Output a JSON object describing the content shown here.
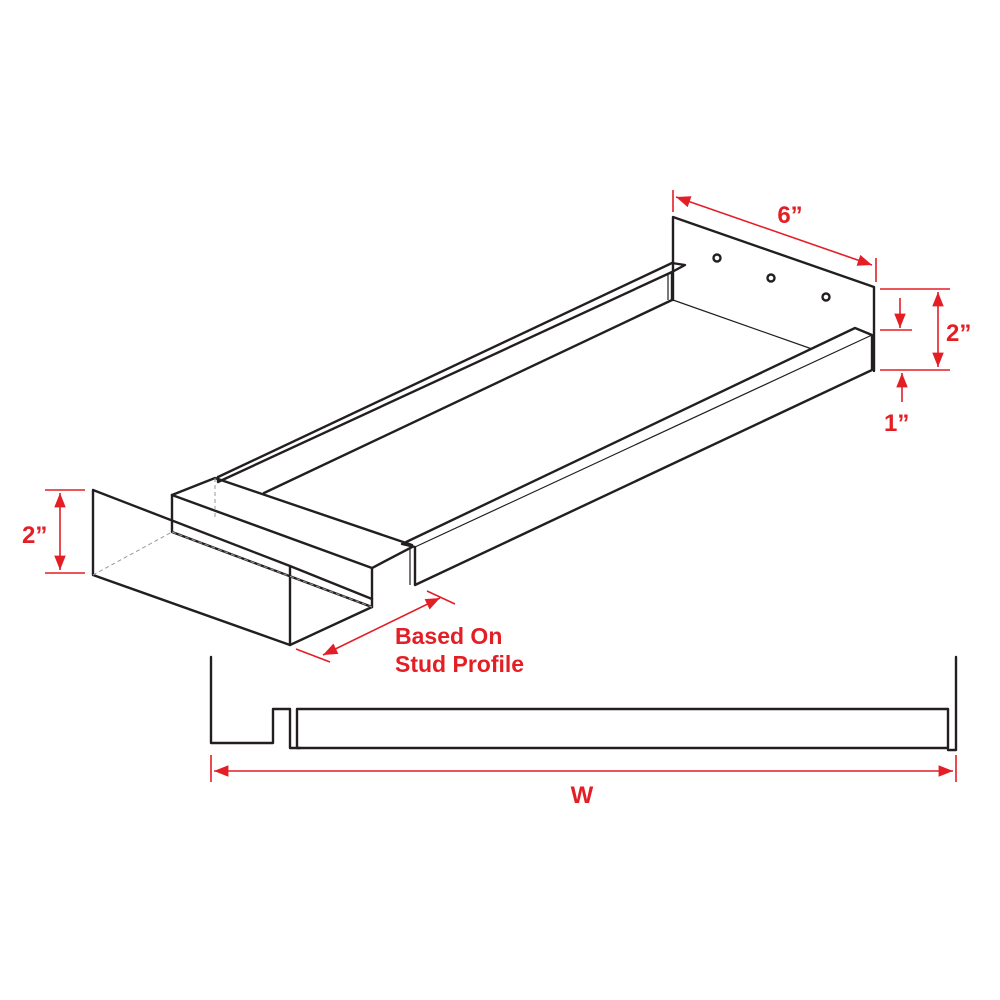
{
  "dimensions": {
    "depth": "6”",
    "height_right": "2”",
    "offset_right": "1”",
    "height_left": "2”",
    "stud_note_line1": "Based On",
    "stud_note_line2": "Stud Profile",
    "width": "W"
  },
  "colors": {
    "dimension": "#e31e25",
    "line": "#231f20"
  }
}
